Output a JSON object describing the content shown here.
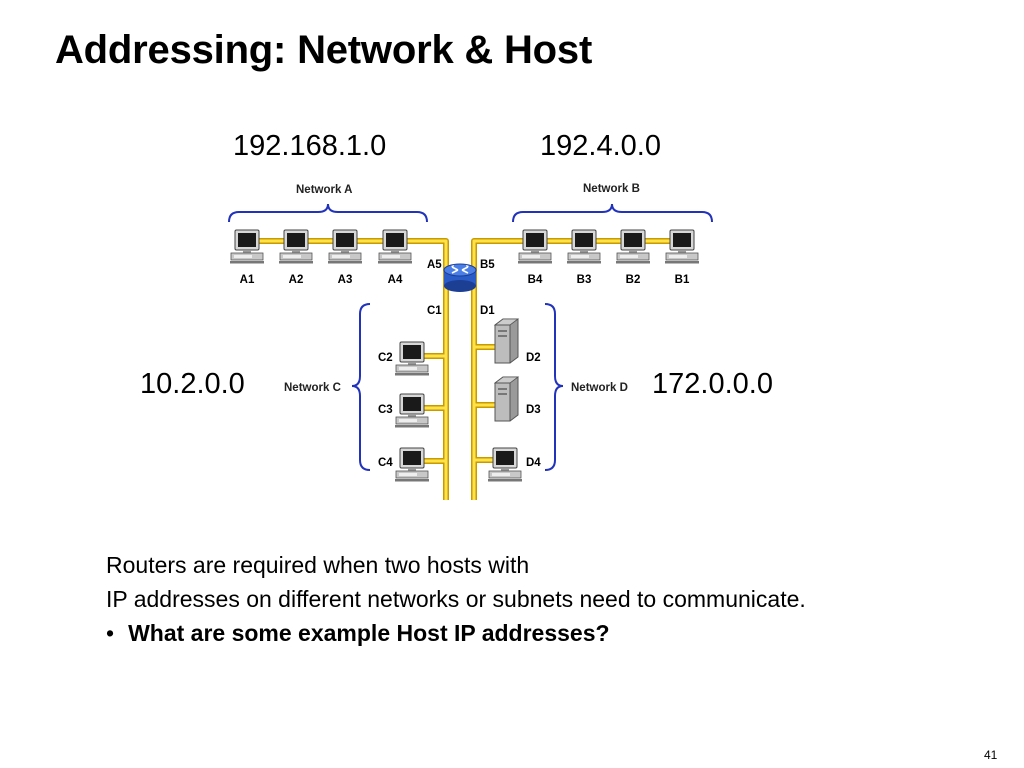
{
  "slide": {
    "title": "Addressing: Network & Host",
    "page_number": "41"
  },
  "addresses": {
    "network_a": "192.168.1.0",
    "network_b": "192.4.0.0",
    "network_c": "10.2.0.0",
    "network_d": "172.0.0.0"
  },
  "diagram": {
    "networks": {
      "a": "Network A",
      "b": "Network B",
      "c": "Network C",
      "d": "Network D"
    },
    "router_ports": {
      "a5": "A5",
      "b5": "B5",
      "c1": "C1",
      "d1": "D1"
    },
    "hosts_a": [
      "A1",
      "A2",
      "A3",
      "A4"
    ],
    "hosts_b": [
      "B4",
      "B3",
      "B2",
      "B1"
    ],
    "hosts_c": [
      "C2",
      "C3",
      "C4"
    ],
    "hosts_d": [
      "D2",
      "D3",
      "D4"
    ],
    "colors": {
      "cable": "#f0c000",
      "brace": "#2233bb",
      "router": "#2a5cc8"
    },
    "icons": [
      "router-icon",
      "workstation-icon",
      "server-icon"
    ]
  },
  "text": {
    "line1": "Routers are required when two hosts with",
    "line2": "IP addresses on different networks or subnets need to communicate.",
    "bullet": "•",
    "question": "What are some example Host IP addresses?"
  }
}
